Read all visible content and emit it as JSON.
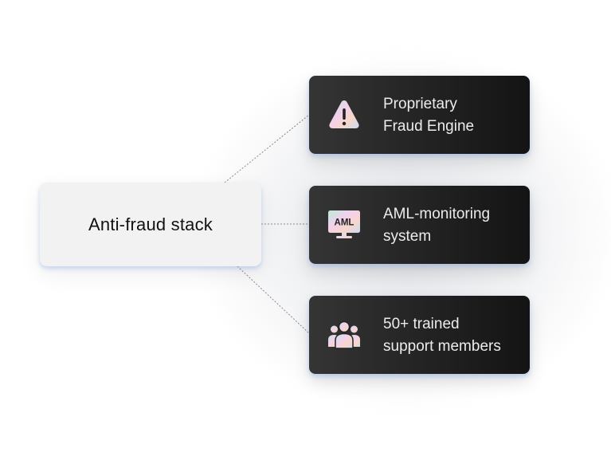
{
  "main": {
    "label": "Anti-fraud stack"
  },
  "cards": [
    {
      "icon": "warning-triangle-icon",
      "lines": [
        "Proprietary",
        "Fraud Engine"
      ]
    },
    {
      "icon": "aml-monitor-icon",
      "icon_text": "AML",
      "lines": [
        "AML-monitoring",
        "system"
      ]
    },
    {
      "icon": "people-group-icon",
      "lines": [
        "50+ trained",
        "support members"
      ]
    }
  ],
  "colors": {
    "card_dark": "#1c1c1c",
    "main_bg": "#f2f2f3",
    "connector": "#8a8a8a"
  }
}
